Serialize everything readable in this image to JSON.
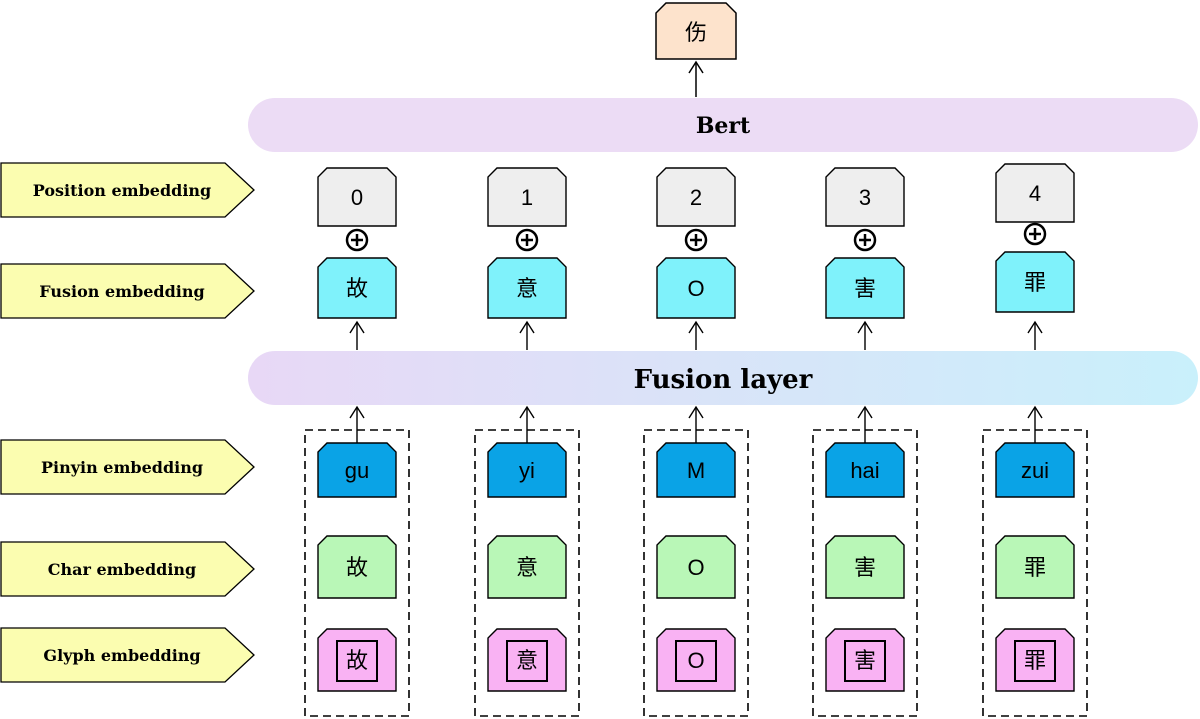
{
  "output_token": "伤",
  "bert_label": "Bert",
  "fusion_layer_label": "Fusion layer",
  "row_labels": {
    "position": "Position embedding",
    "fusion": "Fusion embedding",
    "pinyin": "Pinyin embedding",
    "char": "Char embedding",
    "glyph": "Glyph embedding"
  },
  "columns": [
    {
      "position": "0",
      "fusion": "故",
      "pinyin": "gu",
      "char": "故",
      "glyph": "故"
    },
    {
      "position": "1",
      "fusion": "意",
      "pinyin": "yi",
      "char": "意",
      "glyph": "意"
    },
    {
      "position": "2",
      "fusion": "O",
      "pinyin": "M",
      "char": "O",
      "glyph": "O"
    },
    {
      "position": "3",
      "fusion": "害",
      "pinyin": "hai",
      "char": "害",
      "glyph": "害"
    },
    {
      "position": "4",
      "fusion": "罪",
      "pinyin": "zui",
      "char": "罪",
      "glyph": "罪"
    }
  ],
  "colors": {
    "output": "#fde3cc",
    "bert_bar": "#ecdcf5",
    "position": "#eeeeee",
    "fusion": "#7ff2fb",
    "pinyin": "#0aa3e6",
    "char": "#b9f7b7",
    "glyph": "#f9b2f3",
    "label_fill": "#fbfdb0"
  }
}
